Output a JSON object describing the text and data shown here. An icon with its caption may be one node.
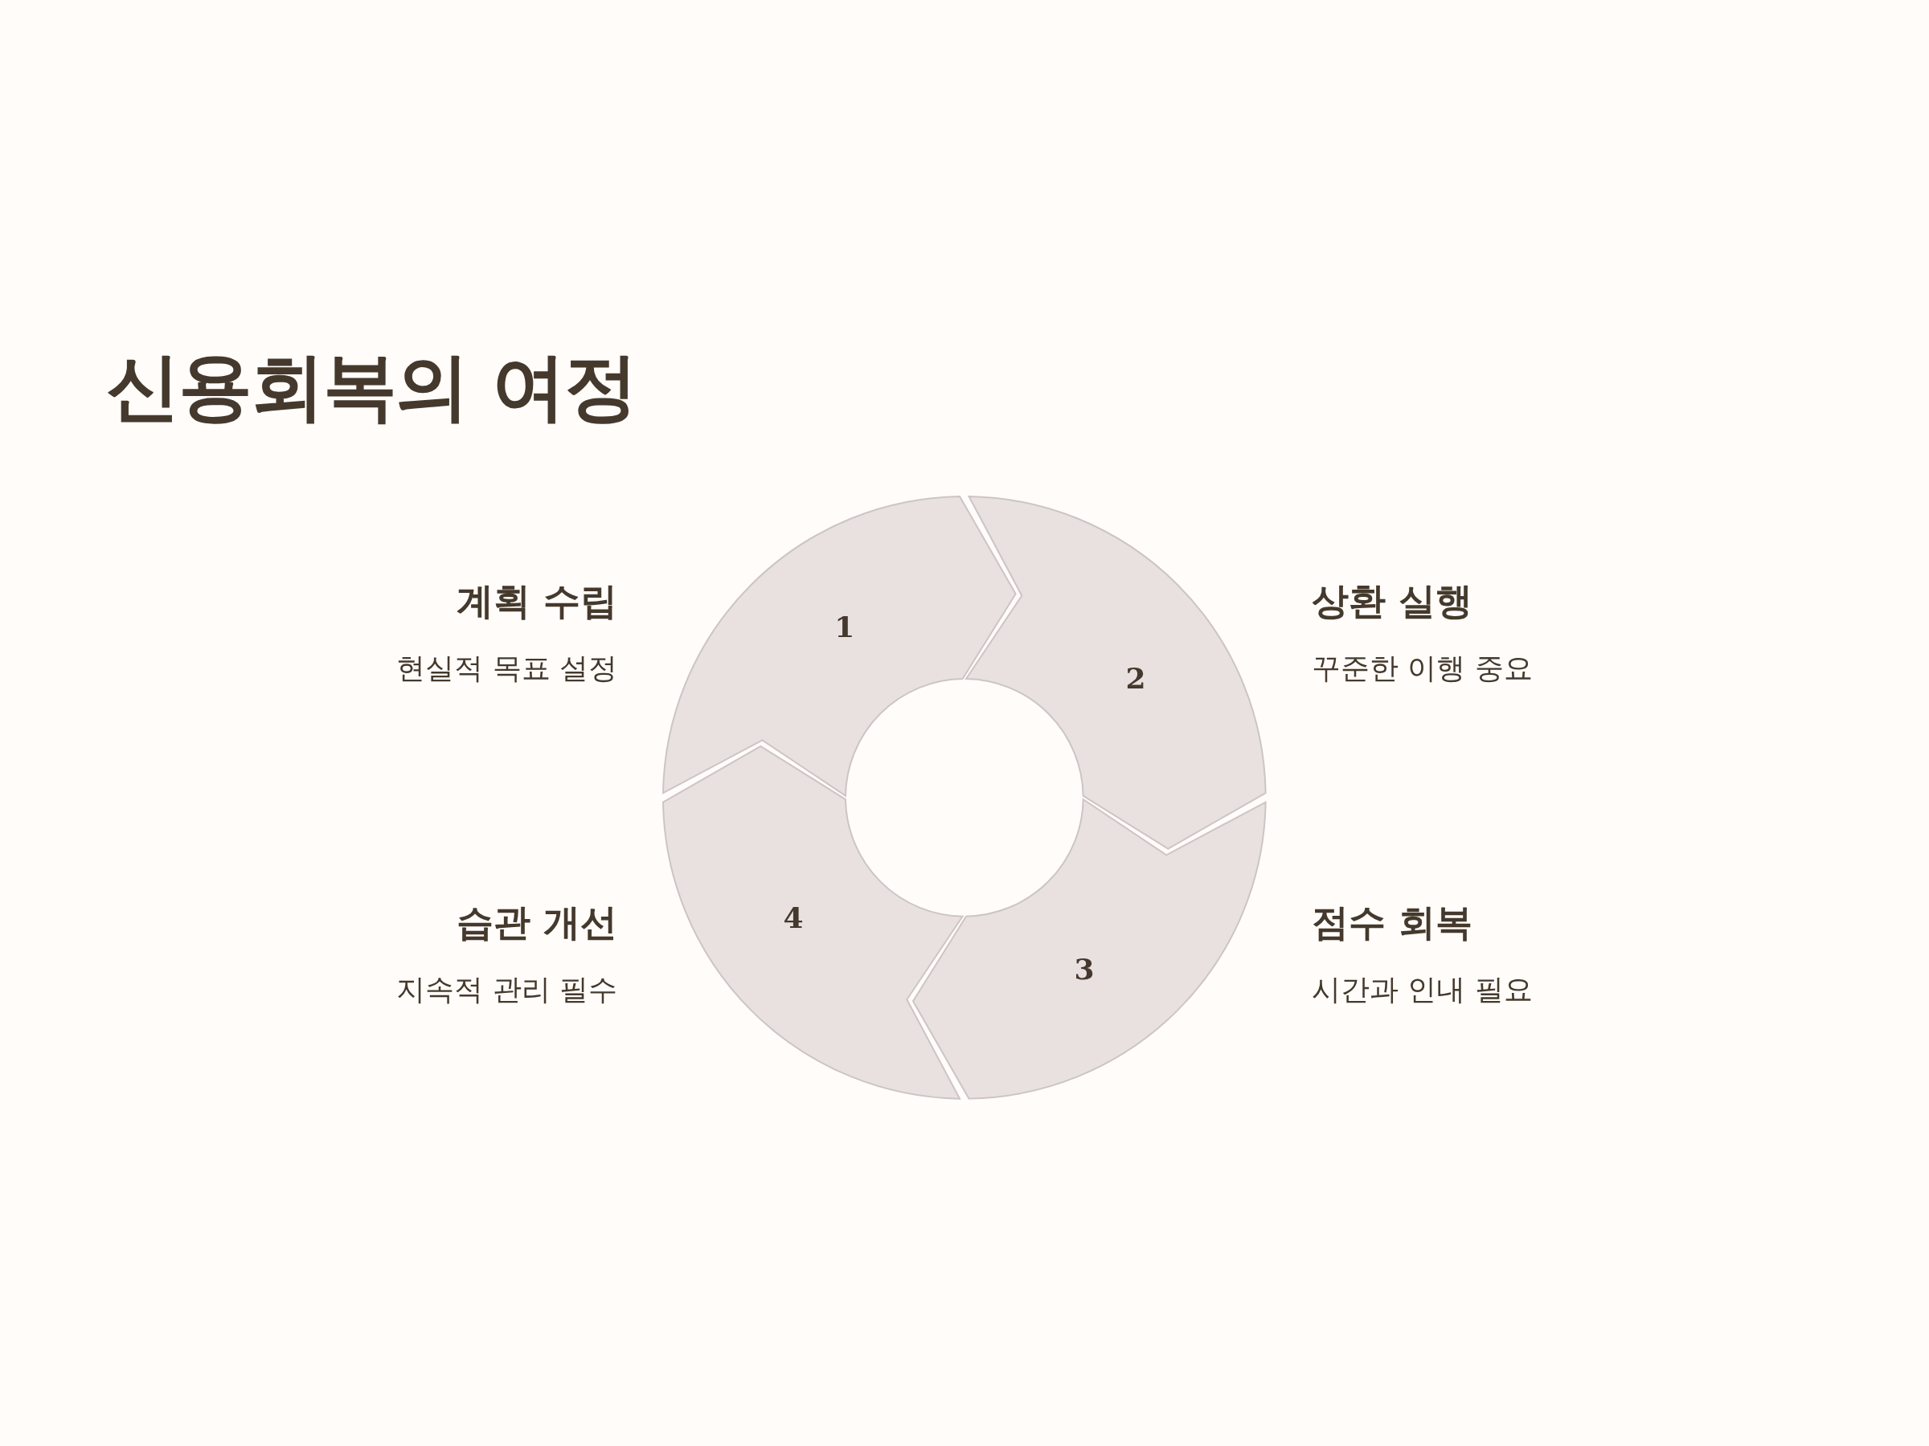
{
  "diagram": {
    "title": "신용회복의 여정",
    "nodes": [
      {
        "text": [
          "1"
        ],
        "beside": [
          "계획 수립",
          "현실적 목표 설정"
        ]
      },
      {
        "text": [
          "2"
        ],
        "beside": [
          "상환 실행",
          "꾸준한 이행 중요"
        ]
      },
      {
        "text": [
          "3"
        ],
        "beside": [
          "점수 회복",
          "시간과 인내 필요"
        ]
      },
      {
        "text": [
          "4"
        ],
        "beside": [
          "습관 개선",
          "지속적 관리 필수"
        ]
      }
    ]
  }
}
